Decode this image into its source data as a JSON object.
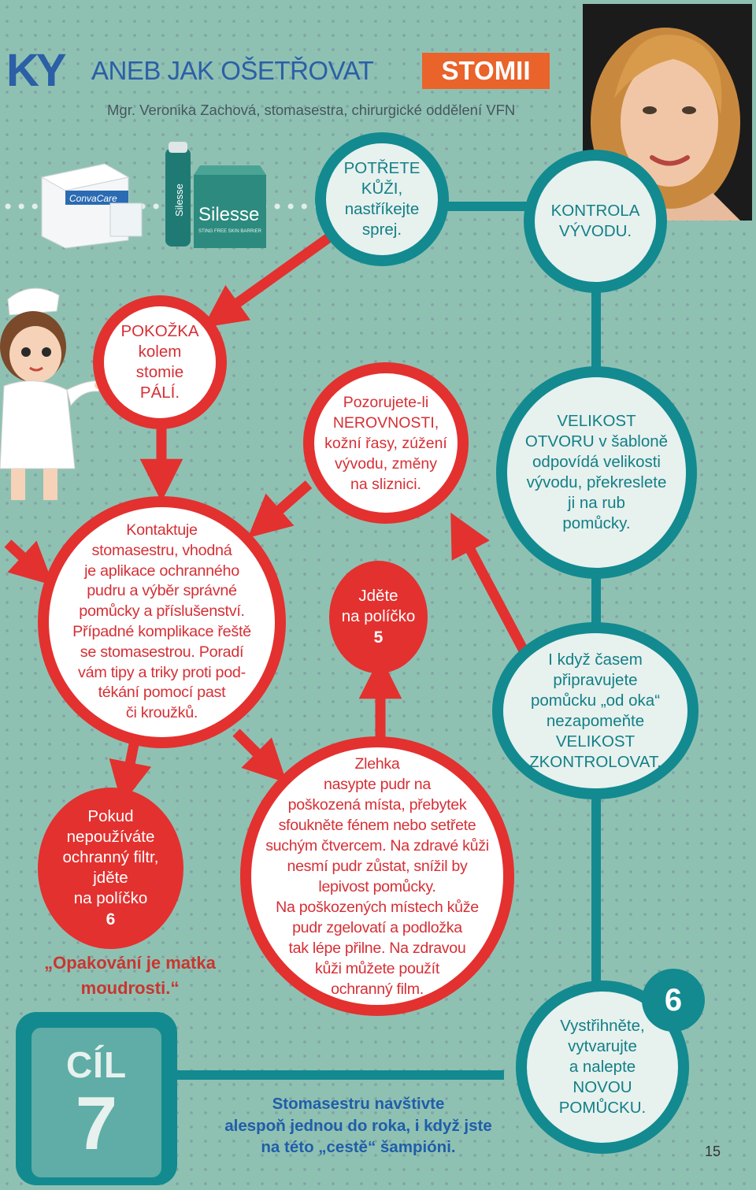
{
  "header": {
    "title_fragment": "KY",
    "title": "ANEB JAK OŠETŘOVAT",
    "title_badge": "STOMII",
    "author": "Mgr. Veronika Zachová, stomasestra, chirurgické oddělení VFN"
  },
  "products": {
    "box1_label": "ConvaCare",
    "can_label": "Silesse",
    "box2_label": "Silesse",
    "box2_subtitle": "STING FREE SKIN BARRIER"
  },
  "steps": {
    "apply_spray": "POTŘETE\nKŮŽI,\nnastříkejte\nsprej.",
    "check_stoma": "KONTROLA\nVÝVODU.",
    "skin_burns": "POKOŽKA\nkolem\nstomie\nPÁLÍ.",
    "irregularities": "Pozorujete-li\nNEROVNOSTI,\nkožní řasy, zúžení\nvývodu, změny\nna sliznici.",
    "template_size": "VELIKOST\nOTVORU v šabloně\nodpovídá velikosti\nvývodu, překreslete\nji na rub\npomůcky.",
    "contact_nurse": "Kontaktuje\nstomasestru, vhodná\nje aplikace ochranného\npudru a výběr správné\npomůcky a příslušenství.\nPřípadné komplikace řeště\nse stomasestrou. Poradí\nvám tipy a triky proti pod-\ntékání pomocí past\nči kroužků.",
    "go_to_5_text": "Jděte\nna políčko",
    "go_to_5_num": "5",
    "precut_check": "I když časem\npřipravujete\npomůcku „od oka“\nnezapomeňte\nVELIKOST\nZKONTROLOVAT.",
    "no_filter_text": "Pokud\nnepoužíváte\nochranný filtr,\njděte\nna políčko",
    "no_filter_num": "6",
    "powder": "Zlehka\nnasypte pudr na\npoškozená místa, přebytek\nsfoukněte fénem nebo setřete\nsuchým čtvercem. Na zdravé kůži\nnesmí pudr zůstat, snížil by\nlepivost pomůcky.\nNa poškozených místech kůže\npudr zgelovatí a podložka\ntak lépe přilne. Na zdravou\nkůži můžete použít\nochranný film.",
    "cut_new": "Vystřihněte,\nvytvarujte\na nalepte\nNOVOU\nPOMŮCKU.",
    "cut_new_num": "6"
  },
  "proverb": "„Opakování je matka\nmoudrosti.“",
  "goal": {
    "label": "CÍL",
    "number": "7",
    "text": "Stomasestru navštivte\nalespoň jednou do roka, i když jste\nna této „cestě“ šampióni."
  },
  "page_number": "15",
  "colors": {
    "board_background": "#8fc1b3",
    "path_red": "#e3312f",
    "path_teal": "#128a90",
    "text_red": "#d62f35",
    "text_teal": "#127f86",
    "title_blue": "#2b5fa6",
    "goal_text_blue": "#1f5ea8",
    "badge_orange": "#e9632b"
  }
}
